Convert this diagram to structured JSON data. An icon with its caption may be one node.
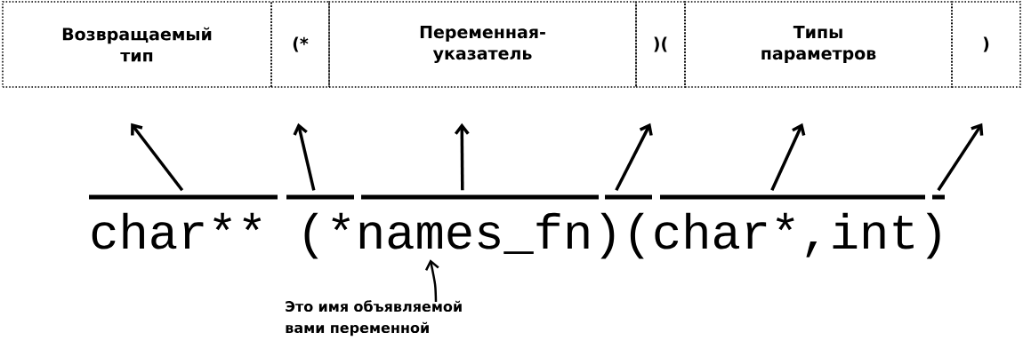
{
  "diagram": {
    "nodes": [
      {
        "text": [
          "Возвращаемый тип"
        ]
      },
      {
        "text": [
          "(*"
        ]
      },
      {
        "text": [
          "Переменная-указатель"
        ]
      },
      {
        "text": [
          ")("
        ]
      },
      {
        "text": [
          "Типы параметров"
        ]
      },
      {
        "text": [
          ")"
        ]
      },
      {
        "text": [],
        "shape": "bar"
      },
      {
        "text": [],
        "shape": "bar"
      },
      {
        "text": [],
        "shape": "bar"
      },
      {
        "text": [],
        "shape": "bar"
      },
      {
        "text": [],
        "shape": "bar"
      },
      {
        "text": [],
        "shape": "bar"
      },
      {
        "text": [
          "names_fn"
        ]
      },
      {
        "text": [
          "Это имя объявляемой вами переменной"
        ]
      }
    ],
    "edges": [
      {
        "from": 6,
        "to": 0,
        "arrow": "to"
      },
      {
        "from": 7,
        "to": 1,
        "arrow": "to"
      },
      {
        "from": 8,
        "to": 2,
        "arrow": "to"
      },
      {
        "from": 9,
        "to": 3,
        "arrow": "to"
      },
      {
        "from": 10,
        "to": 4,
        "arrow": "to"
      },
      {
        "from": 11,
        "to": 5,
        "arrow": "to"
      },
      {
        "from": 13,
        "to": 12,
        "arrow": "to"
      }
    ],
    "labels": [
      "char** (*",
      ")(char*,int)"
    ]
  }
}
